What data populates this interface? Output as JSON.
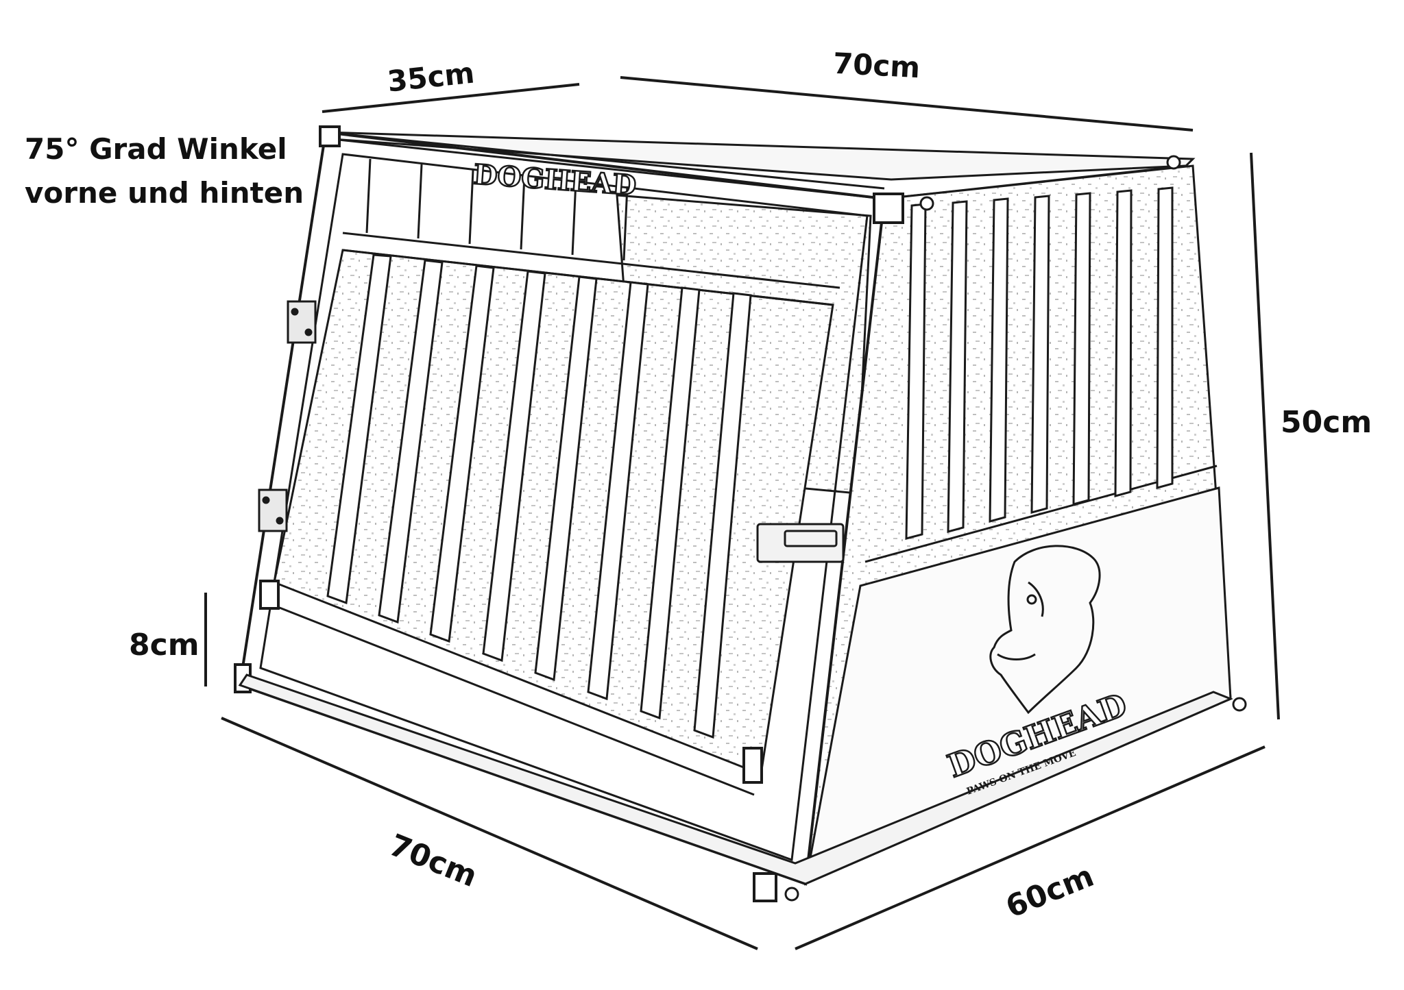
{
  "note": {
    "line1": "75° Grad Winkel",
    "line2": "vorne und hinten"
  },
  "dimensions": {
    "top_depth": "35cm",
    "top_width": "70cm",
    "height": "50cm",
    "base_height": "8cm",
    "bottom_width": "70cm",
    "bottom_depth": "60cm"
  },
  "brand": {
    "name_top": "DOGHEAD",
    "name_side": "DOGHEAD",
    "tagline": "PAWS ON THE MOVE"
  },
  "colors": {
    "line": "#1a1a1a",
    "shade": "#9a9a9a",
    "background": "#ffffff"
  }
}
